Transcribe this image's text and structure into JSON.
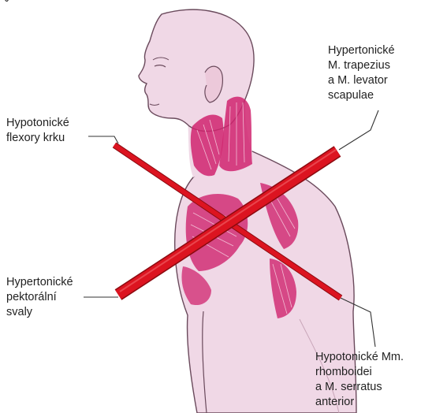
{
  "corner_mark": "ˇ",
  "labels": {
    "neck_flexors": "Hypotonické\nflexory krku",
    "trapezius": "Hypertonické\nM. trapezius\na M. levator\nscapulae",
    "pectoral": "Hypertonické\npektorální\nsvaly",
    "rhomboids": "Hypotonické Mm.\nrhomboidei\na M. serratus\nanterior"
  },
  "colors": {
    "skin": "#f0d8e6",
    "skin_shadow": "#e2bfd3",
    "outline": "#6a4a5c",
    "muscle": "#d0246e",
    "muscle_light": "#e583ad",
    "rod": "#dc1420",
    "rod_edge": "#8c0a10",
    "line": "#333333"
  }
}
